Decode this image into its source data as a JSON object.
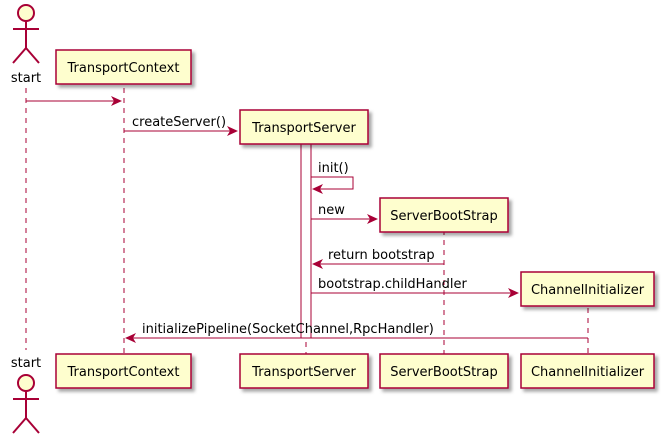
{
  "participants": [
    {
      "id": "start",
      "label": "start",
      "kind": "actor"
    },
    {
      "id": "transport_context",
      "label": "TransportContext",
      "kind": "box"
    },
    {
      "id": "transport_server",
      "label": "TransportServer",
      "kind": "box"
    },
    {
      "id": "server_bootstrap",
      "label": "ServerBootStrap",
      "kind": "box"
    },
    {
      "id": "channel_initializer",
      "label": "ChannelInitializer",
      "kind": "box"
    }
  ],
  "messages": [
    {
      "from": "start",
      "to": "transport_context",
      "label": ""
    },
    {
      "from": "transport_context",
      "to": "transport_server",
      "label": "createServer()",
      "creates": true
    },
    {
      "from": "transport_server",
      "to": "transport_server",
      "label": "init()",
      "self": true
    },
    {
      "from": "transport_server",
      "to": "server_bootstrap",
      "label": "new",
      "creates": true
    },
    {
      "from": "server_bootstrap",
      "to": "transport_server",
      "label": "return bootstrap"
    },
    {
      "from": "transport_server",
      "to": "channel_initializer",
      "label": "bootstrap.childHandler",
      "creates": true
    },
    {
      "from": "channel_initializer",
      "to": "transport_context",
      "label": "initializePipeline(SocketChannel,RpcHandler)"
    }
  ],
  "colors": {
    "box_fill": "#FEFECE",
    "box_border": "#A80036",
    "arrow": "#A80036",
    "lifeline": "#A80036",
    "activation_fill": "#FFFFFF"
  }
}
